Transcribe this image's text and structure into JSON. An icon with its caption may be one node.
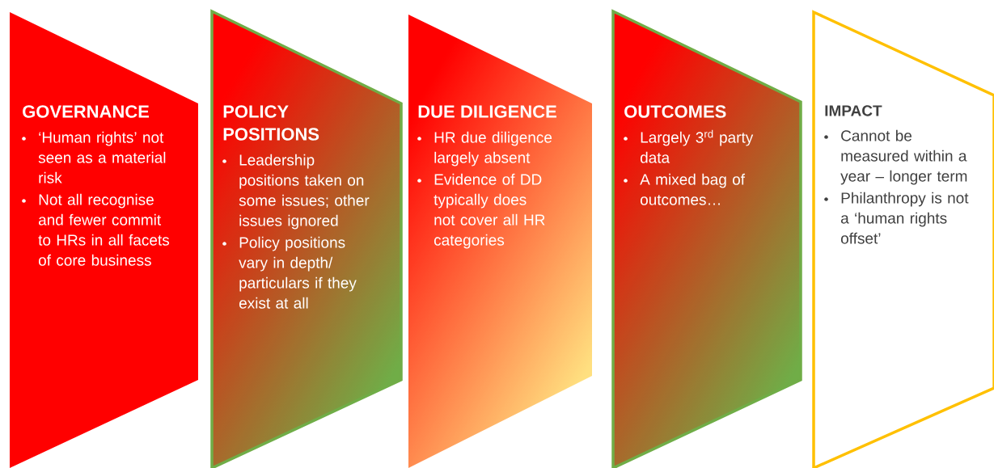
{
  "diagram": {
    "nodes": [
      {
        "text": [
          "GOVERNANCE",
          "‘Human rights’ not seen as a material risk",
          "Not all recognise and fewer commit to HRs in all facets of core business"
        ]
      },
      {
        "text": [
          "POLICY POSITIONS",
          "Leadership positions taken on some issues; other issues ignored",
          "Policy positions vary in depth/ particulars if they exist at all"
        ]
      },
      {
        "text": [
          "DUE DILIGENCE",
          "HR due diligence largely absent",
          "Evidence of DD typically does not cover all HR categories"
        ]
      },
      {
        "text": [
          "OUTCOMES",
          "Largely 3$^{rd}$ party data",
          "A mixed bag of outcomes…"
        ]
      },
      {
        "text": [
          "IMPACT",
          "Cannot be measured within a year – longer term",
          "Philanthropy is not a ‘human rights offset’"
        ]
      }
    ]
  }
}
